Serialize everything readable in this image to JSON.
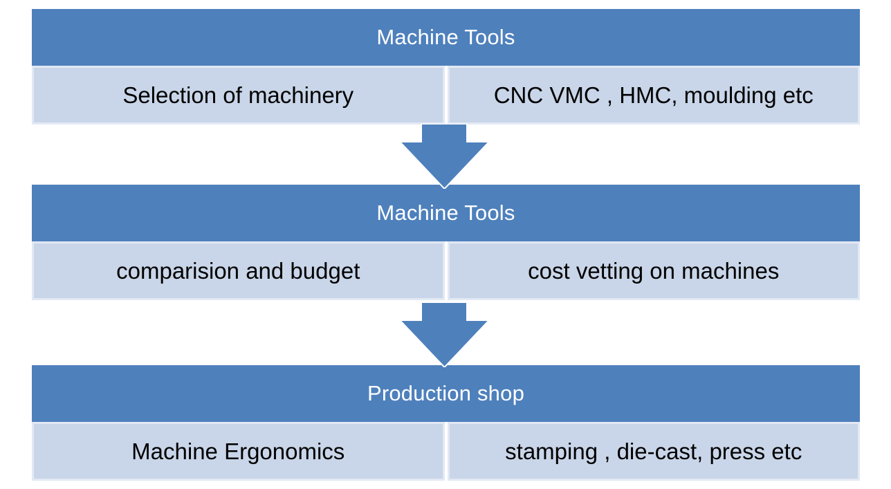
{
  "page": {
    "background": "#ffffff"
  },
  "colors": {
    "accent_blue": "#4e80bc",
    "cell_fill": "#c9d5e8",
    "cell_edge": "#e2e9f4",
    "header_text": "#ffffff",
    "cell_text": "#000000",
    "arrow_outline": "#ffffff"
  },
  "blocks": [
    {
      "header": "Machine Tools",
      "cells": [
        "Selection of machinery",
        "CNC VMC , HMC, moulding etc"
      ]
    },
    {
      "header": "Machine Tools",
      "cells": [
        "comparision and budget",
        "cost vetting on machines"
      ]
    },
    {
      "header": "Production shop",
      "cells": [
        "Machine Ergonomics",
        "stamping , die-cast, press etc"
      ]
    }
  ],
  "connectors": [
    {
      "icon": "down-arrow"
    },
    {
      "icon": "down-arrow"
    }
  ]
}
